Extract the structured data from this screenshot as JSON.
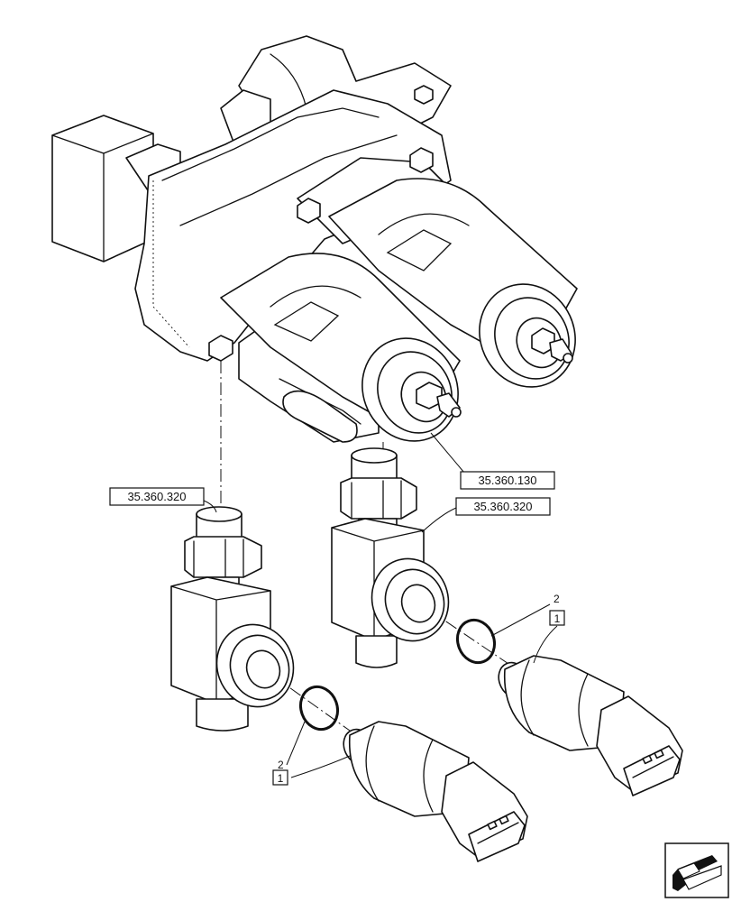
{
  "references": {
    "ref_left_fitting": "35.360.320",
    "ref_right_fitting": "35.360.320",
    "ref_valve": "35.360.130"
  },
  "callouts": {
    "item_1_left": "1",
    "item_2_left": "2",
    "item_1_right": "1",
    "item_2_right": "2"
  },
  "nav": {
    "icon": "arrow-icon"
  }
}
